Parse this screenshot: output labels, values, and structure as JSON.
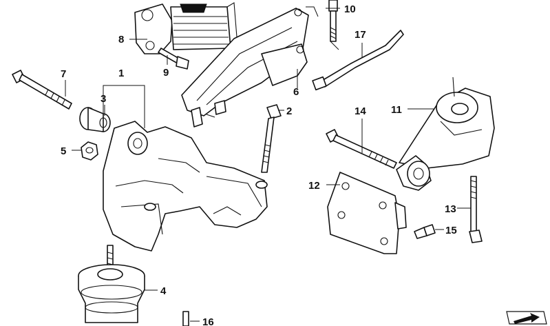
{
  "labels": {
    "l1": "1",
    "l2": "2",
    "l3": "3",
    "l4": "4",
    "l5": "5",
    "l6": "6",
    "l7": "7",
    "l8": "8",
    "l9": "9",
    "l10": "10",
    "l11": "11",
    "l12": "12",
    "l13": "13",
    "l14": "14",
    "l15": "15",
    "l16": "16",
    "l17": "17"
  },
  "colors": {
    "ink": "#111111",
    "paper": "#ffffff"
  },
  "icons": {
    "corner": "direction-arrow-icon"
  }
}
